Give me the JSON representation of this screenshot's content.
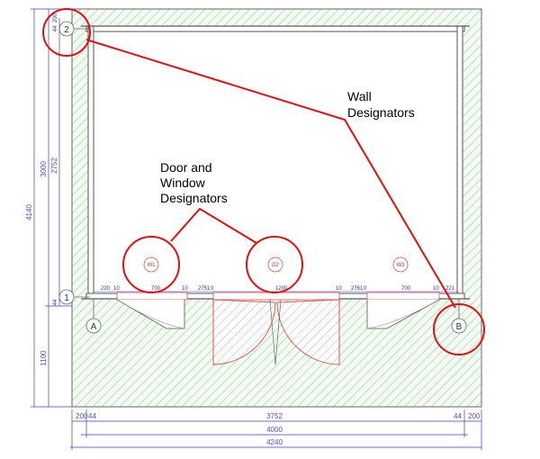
{
  "colors": {
    "dimension": "#3a3ad8",
    "callout_red": "#e01010",
    "hatch_green": "#a8d8a8",
    "door_red": "#e05050",
    "wall": "#555555"
  },
  "grid_axes": {
    "row_top": "2",
    "row_bottom": "1",
    "col_left": "A",
    "col_right": "B"
  },
  "callouts": {
    "wall_line1": "Wall",
    "wall_line2": "Designators",
    "dw_line1": "Door and",
    "dw_line2": "Window",
    "dw_line3": "Designators"
  },
  "designators": {
    "w1": "W1",
    "d2": "D2",
    "w3": "W3"
  },
  "dimensions": {
    "left_total": "4140",
    "left_upper": "3000",
    "left_inner": "2752",
    "left_top_small": "44",
    "left_top_small2": "200",
    "left_mid_small": "44",
    "left_lower": "1100",
    "bottom_left": "200",
    "bottom_left2": "44",
    "bottom_mid": "3752",
    "bottom_right": "44",
    "bottom_right2": "200",
    "bottom_4000": "4000",
    "bottom_4240": "4240",
    "wall_seg_1": "220",
    "wall_seg_2": "10",
    "wall_seg_3": "700",
    "wall_seg_4": "10",
    "wall_seg_5": "2751",
    "wall_seg_6": "0",
    "wall_seg_7": "1200",
    "wall_seg_8": "10",
    "wall_seg_9": "2761",
    "wall_seg_10": "0",
    "wall_seg_11": "700",
    "wall_seg_12": "10",
    "wall_seg_13": "221"
  }
}
